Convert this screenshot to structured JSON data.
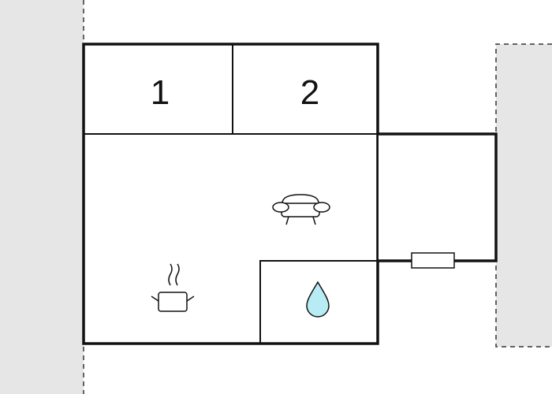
{
  "plan": {
    "rooms": [
      {
        "id": "bedroom-1",
        "label": "1"
      },
      {
        "id": "bedroom-2",
        "label": "2"
      }
    ],
    "icons": [
      "sofa-icon",
      "cooking-pot-icon",
      "water-drop-icon",
      "window-icon"
    ],
    "colors": {
      "wall": "#111111",
      "neighbor_fill": "#e6e6e6",
      "neighbor_border": "#333333",
      "water": "#b8ecf5"
    }
  }
}
